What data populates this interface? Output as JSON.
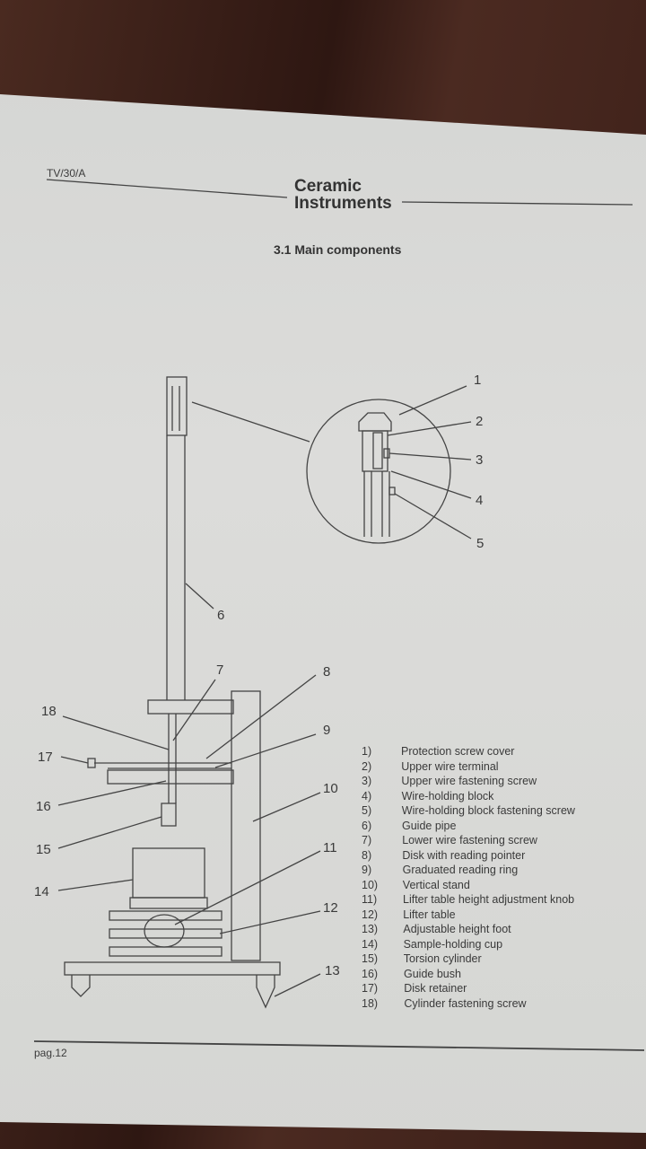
{
  "header": {
    "doc_code": "TV/30/A",
    "logo_line1": "Ceramic",
    "logo_line2": "Instruments"
  },
  "section_title": "3.1 Main components",
  "footer": {
    "page": "pag.12"
  },
  "callouts": [
    "1",
    "2",
    "3",
    "4",
    "5",
    "6",
    "7",
    "8",
    "9",
    "10",
    "11",
    "12",
    "13",
    "14",
    "15",
    "16",
    "17",
    "18"
  ],
  "legend": [
    {
      "n": "1)",
      "label": "Protection screw cover"
    },
    {
      "n": "2)",
      "label": "Upper wire terminal"
    },
    {
      "n": "3)",
      "label": "Upper wire fastening screw"
    },
    {
      "n": "4)",
      "label": "Wire-holding block"
    },
    {
      "n": "5)",
      "label": "Wire-holding block fastening screw"
    },
    {
      "n": "6)",
      "label": "Guide pipe"
    },
    {
      "n": "7)",
      "label": "Lower wire fastening screw"
    },
    {
      "n": "8)",
      "label": "Disk with reading pointer"
    },
    {
      "n": "9)",
      "label": "Graduated reading ring"
    },
    {
      "n": "10)",
      "label": "Vertical stand"
    },
    {
      "n": "11)",
      "label": "Lifter table height adjustment knob"
    },
    {
      "n": "12)",
      "label": "Lifter table"
    },
    {
      "n": "13)",
      "label": "Adjustable height foot"
    },
    {
      "n": "14)",
      "label": "Sample-holding cup"
    },
    {
      "n": "15)",
      "label": "Torsion cylinder"
    },
    {
      "n": "16)",
      "label": "Guide bush"
    },
    {
      "n": "17)",
      "label": "Disk retainer"
    },
    {
      "n": "18)",
      "label": "Cylinder fastening screw"
    }
  ]
}
